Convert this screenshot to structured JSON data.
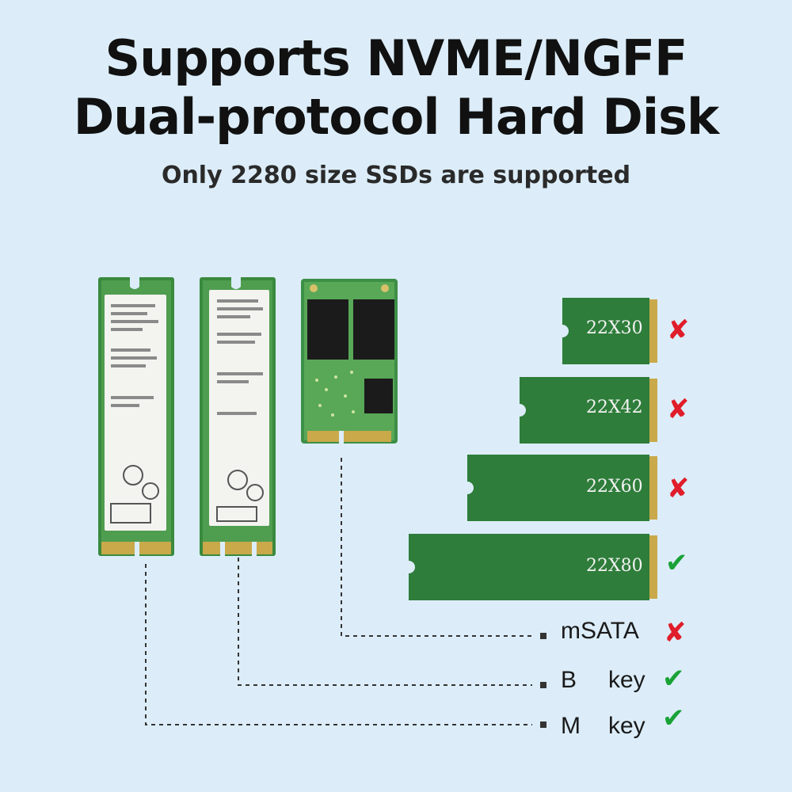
{
  "heading": {
    "line1": "Supports NVME/NGFF",
    "line2": "Dual-protocol Hard Disk",
    "subtitle": "Only 2280 size SSDs are supported"
  },
  "sizes": [
    {
      "label": "22X30",
      "supported": false
    },
    {
      "label": "22X42",
      "supported": false
    },
    {
      "label": "22X60",
      "supported": false
    },
    {
      "label": "22X80",
      "supported": true
    }
  ],
  "keys": [
    {
      "label": "mSATA",
      "supported": false
    },
    {
      "label_a": "B",
      "label_b": "key",
      "supported": true
    },
    {
      "label_a": "M",
      "label_b": "key",
      "supported": true
    }
  ],
  "glyphs": {
    "cross": "✘",
    "check": "✔"
  },
  "colors": {
    "background": "#dcedf9",
    "pcb": "#2e7d3a",
    "cross": "#e01d2a",
    "check": "#1aa236"
  }
}
